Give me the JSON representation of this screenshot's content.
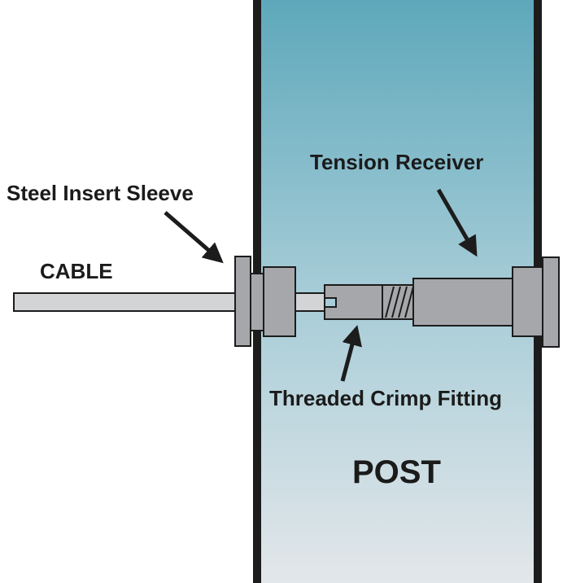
{
  "labels": {
    "cable": "CABLE",
    "steel_insert_sleeve": "Steel Insert Sleeve",
    "tension_receiver": "Tension Receiver",
    "threaded_crimp_fitting": "Threaded Crimp Fitting",
    "post": "POST"
  },
  "colors": {
    "post_top": "#5ea8bb",
    "post_bottom": "#e3e7ea",
    "wall": "#1c1c1c",
    "hardware_gray": "#a6a7aa",
    "cable_gray": "#d3d4d6",
    "outline": "#1c1c1c",
    "text": "#1b1b1b"
  }
}
